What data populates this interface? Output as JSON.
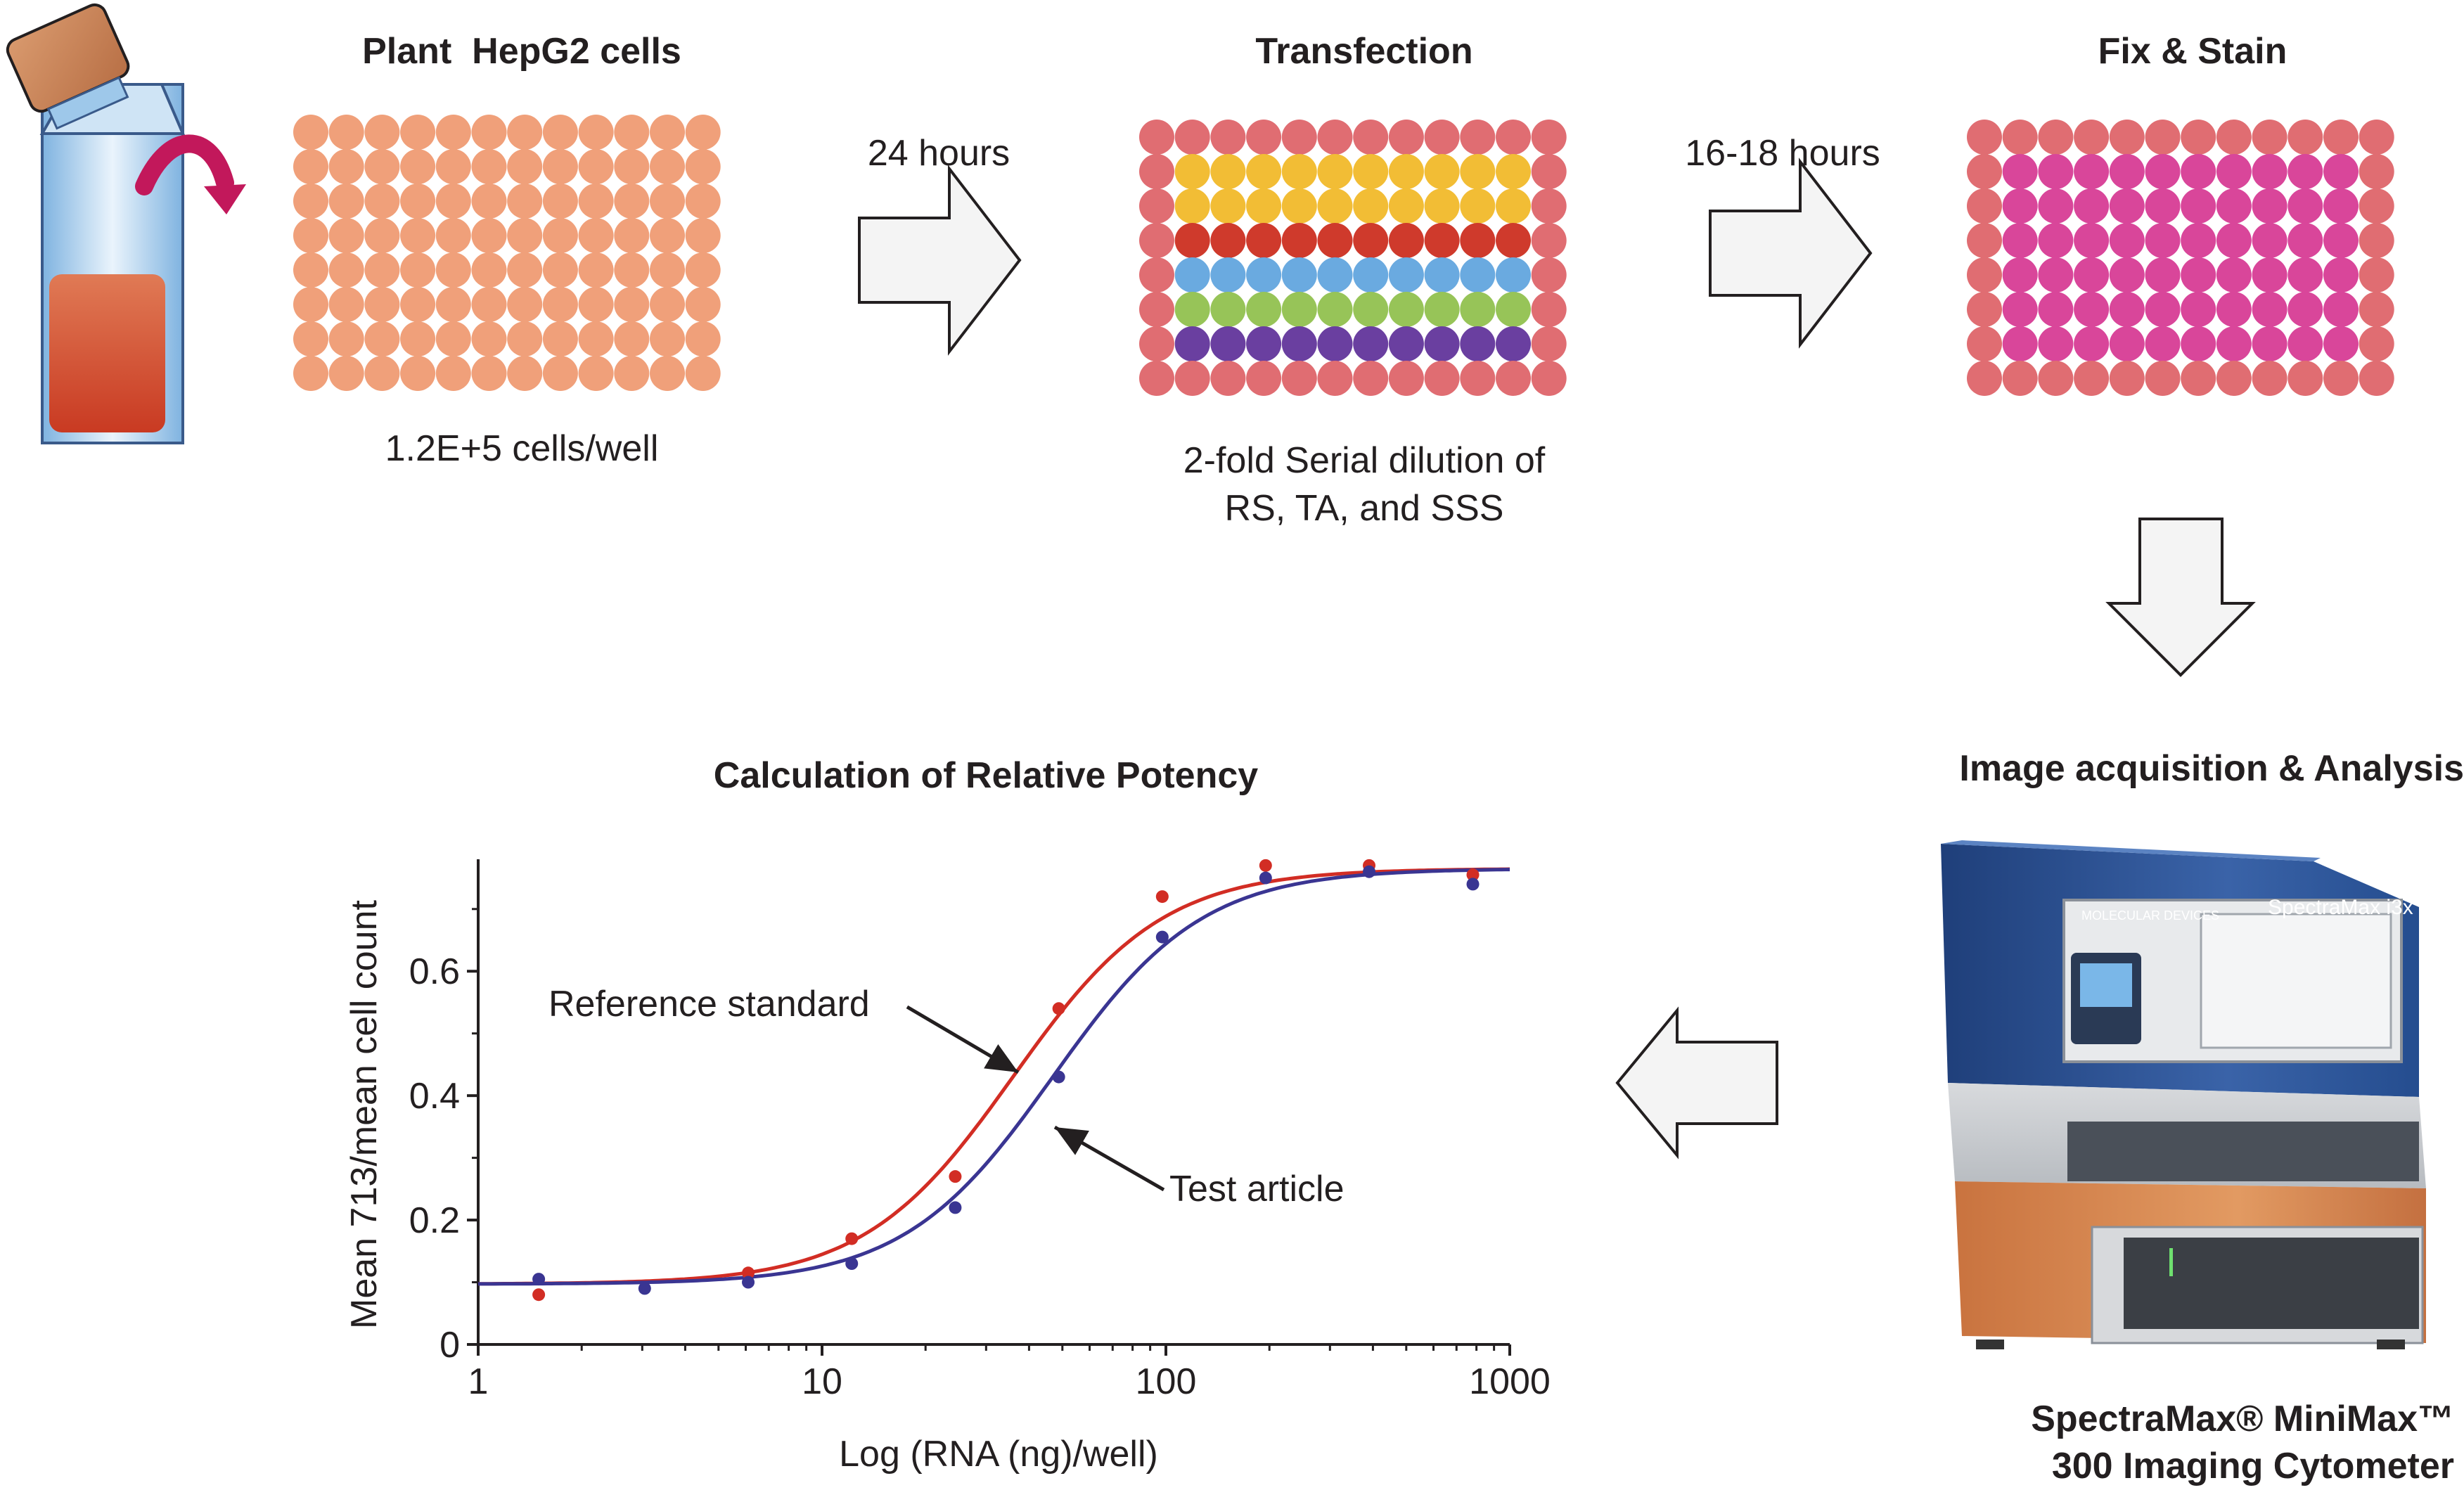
{
  "steps": {
    "plant": {
      "title": "Plant  HepG2 cells",
      "caption": "1.2E+5 cells/well",
      "well_color": "#f0a07a"
    },
    "arrow1_label": "24 hours",
    "transfection": {
      "title": "Transfection",
      "caption_line1": "2-fold Serial dilution of",
      "caption_line2": "RS, TA, and SSS",
      "border_color": "#e06d72",
      "row_colors": [
        "#e06d72",
        "#f2bd35",
        "#cf3a2c",
        "#6aaae0",
        "#97c458",
        "#6a3fa0",
        "#e06d72"
      ]
    },
    "arrow2_label": "16-18 hours",
    "fix_stain": {
      "title": "Fix & Stain",
      "border_color": "#e06d72",
      "inner_color": "#d9469a"
    },
    "imaging": {
      "title": "Image acquisition & Analysis",
      "device_brand": "SpectraMax i3x",
      "device_maker": "MOLECULAR DEVICES",
      "device_line1": "SpectraMax® MiniMax™",
      "device_line2": "300 Imaging Cytometer"
    },
    "calculation": {
      "title": "Calculation of Relative Potency"
    }
  },
  "colors": {
    "reference": "#d22d24",
    "test": "#3a3592",
    "flask_cap": "#c8825a",
    "flask_liquid": "#cf4b2c",
    "curved_arrow": "#c2185b",
    "block_arrow_fill": "#f4f4f4"
  },
  "chart_data": {
    "type": "scatter",
    "xlabel": "Log (RNA (ng)/well)",
    "ylabel": "Mean 713/mean cell count",
    "xscale": "log",
    "xlim": [
      1,
      1000
    ],
    "ylim": [
      0,
      0.78
    ],
    "xticks": [
      "1",
      "10",
      "100",
      "1000"
    ],
    "yticks": [
      "0",
      "0.2",
      "0.4",
      "0.6"
    ],
    "series": [
      {
        "name": "Reference standard",
        "x": [
          1.5,
          6.1,
          12.2,
          24.4,
          48.8,
          97.6,
          195,
          390,
          781
        ],
        "y": [
          0.08,
          0.115,
          0.17,
          0.27,
          0.54,
          0.72,
          0.77,
          0.77,
          0.755
        ],
        "fit": {
          "bottom": 0.097,
          "top": 0.765,
          "ec50": 36,
          "hill": 2.0
        }
      },
      {
        "name": "Test article",
        "x": [
          1.5,
          3.05,
          6.1,
          12.2,
          24.4,
          48.8,
          97.6,
          195,
          390,
          781
        ],
        "y": [
          0.105,
          0.09,
          0.1,
          0.13,
          0.22,
          0.43,
          0.655,
          0.75,
          0.76,
          0.74
        ],
        "fit": {
          "bottom": 0.097,
          "top": 0.765,
          "ec50": 47,
          "hill": 2.0
        }
      }
    ],
    "annotations": [
      "Reference standard",
      "Test article"
    ]
  }
}
